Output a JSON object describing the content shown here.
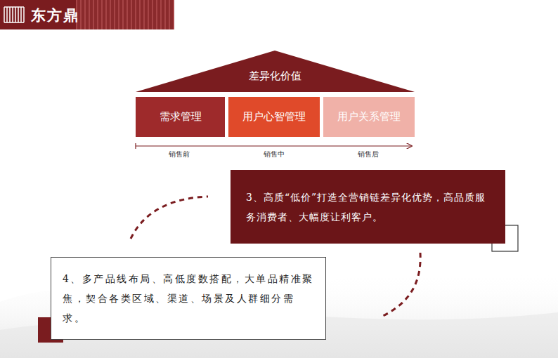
{
  "diagram": {
    "nodes": [
      {
        "text": [
          "差异化价值"
        ]
      },
      {
        "text": [
          "需求管理"
        ]
      },
      {
        "text": [
          "用户心智管理"
        ]
      },
      {
        "text": [
          "用户关系管理"
        ]
      },
      {
        "text": [
          "3、高质“低价”打造全营销链差异化优势，高品质服务消费者、大幅度让利客户。"
        ]
      },
      {
        "text": [
          "4、多产品线布局、高低度数搭配，大单品精准聚焦，契合各类区域、渠道、场景及人群细分需求。"
        ]
      }
    ],
    "labels": [
      "东方鼎",
      "销售前",
      "销售中",
      "销售后"
    ]
  }
}
